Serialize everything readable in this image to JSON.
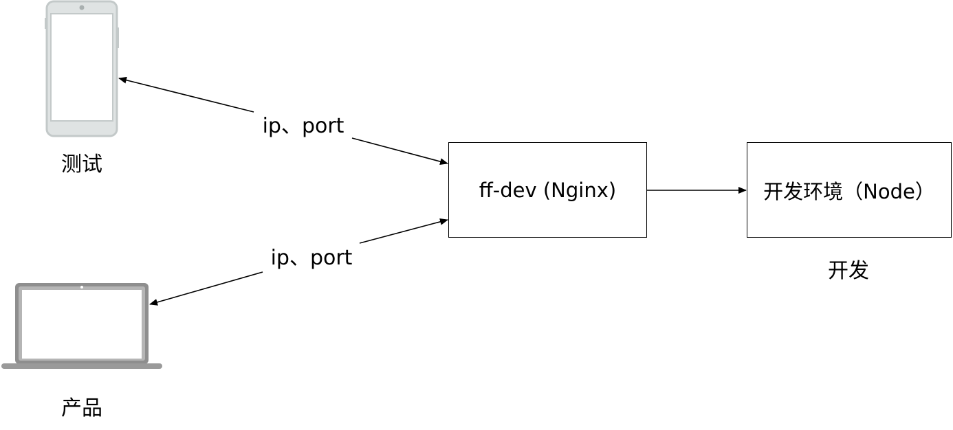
{
  "labels": {
    "tester": "测试",
    "product": "产品",
    "developer": "开发",
    "edge_test": "ip、port",
    "edge_product": "ip、port"
  },
  "nodes": {
    "nginx": "ff-dev (Nginx)",
    "dev_env": "开发环境（Node）"
  },
  "icons": {
    "tester": "mobile-phone-icon",
    "product": "laptop-icon"
  },
  "colors": {
    "stroke": "#000000",
    "device_gray": "#8c8c8c",
    "device_light": "#c9cfcf"
  }
}
